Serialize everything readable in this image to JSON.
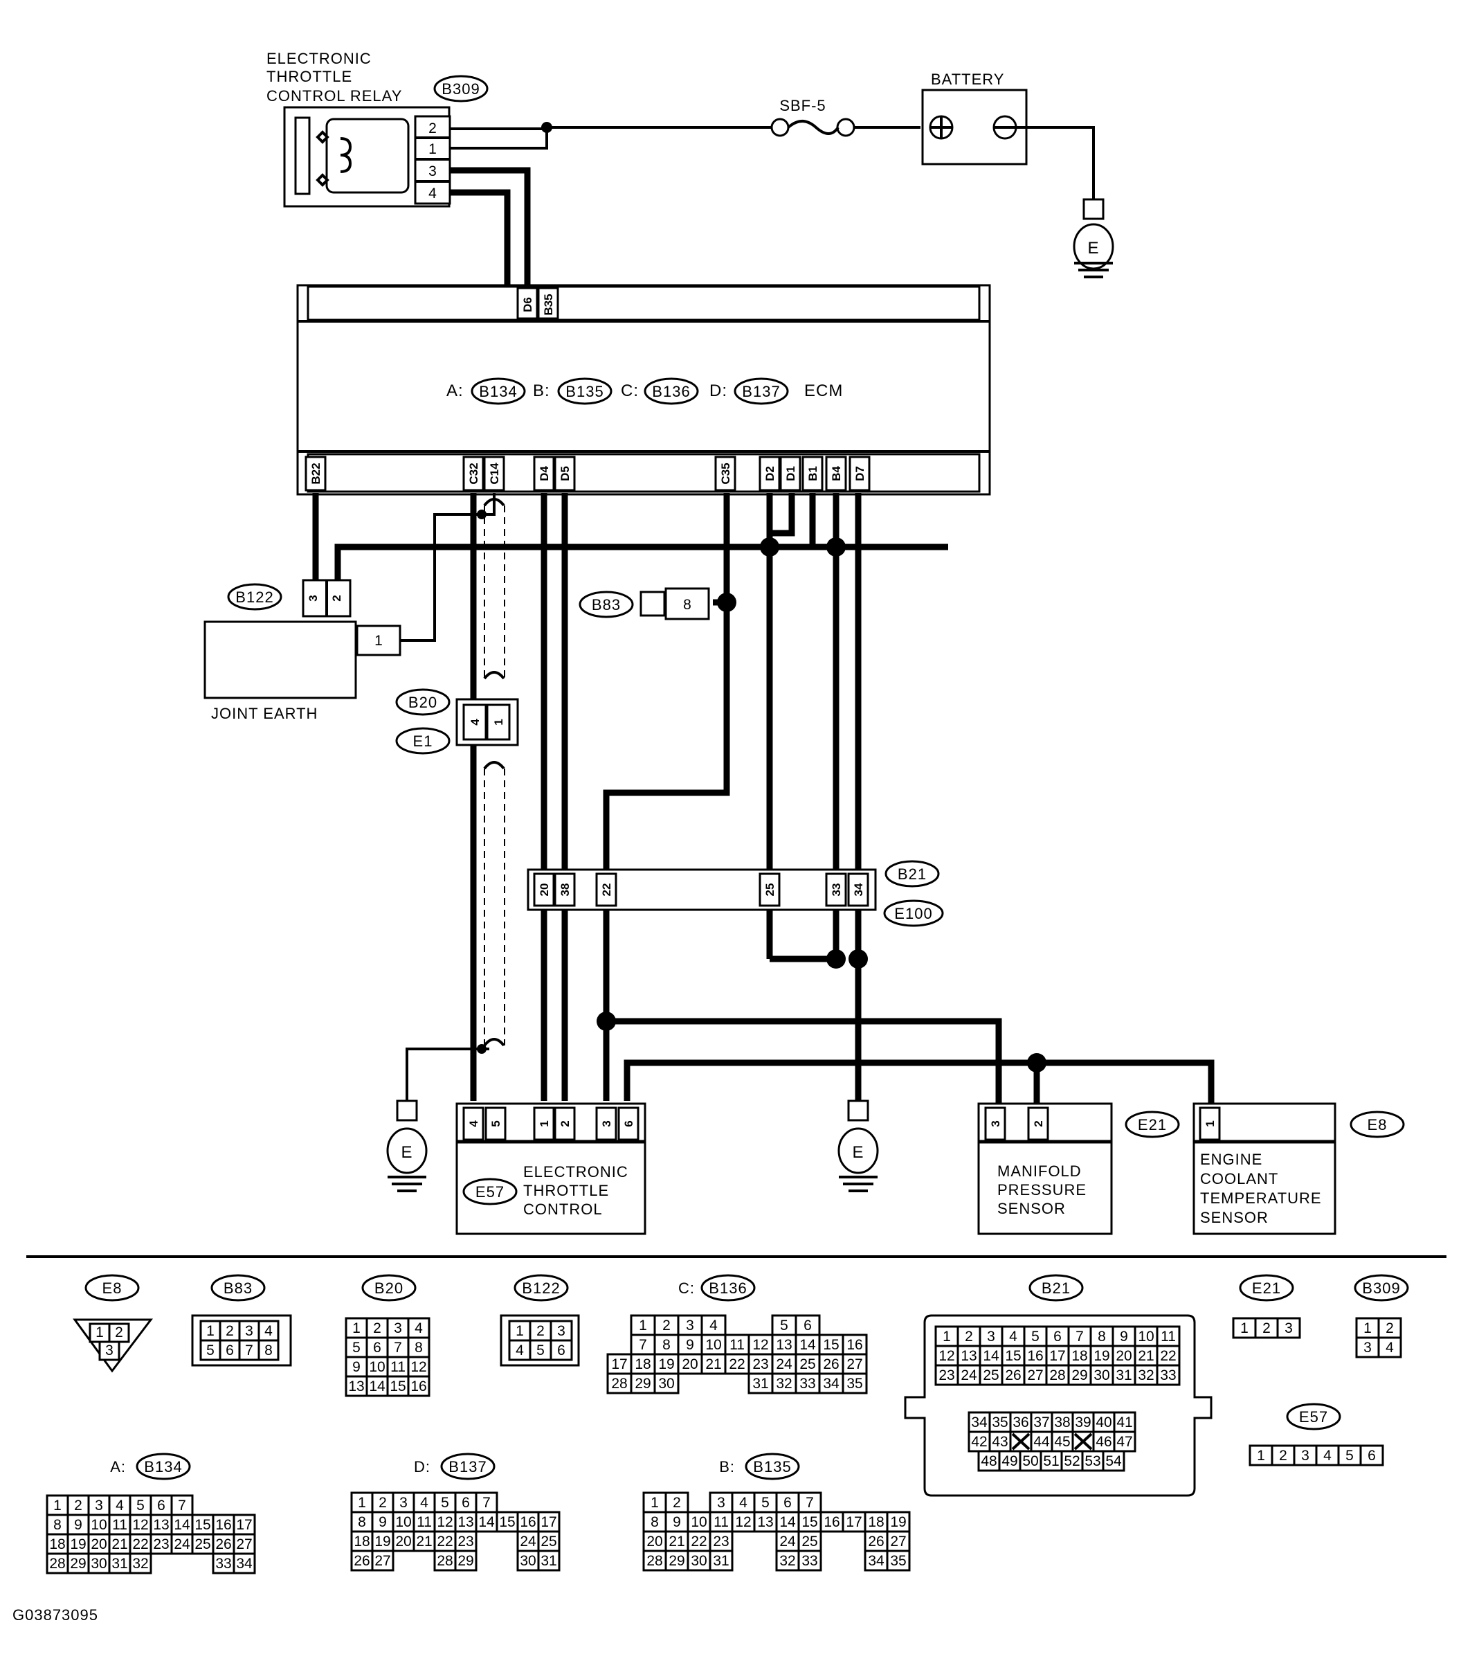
{
  "components": {
    "relay": {
      "title": [
        "ELECTRONIC",
        "THROTTLE",
        "CONTROL RELAY"
      ],
      "connector": "B309",
      "pins": [
        "2",
        "1",
        "3",
        "4"
      ]
    },
    "fuse": "SBF-5",
    "battery": "BATTERY",
    "ground_label": "E",
    "ecm": {
      "name": "ECM",
      "connectors": [
        {
          "prefix": "A:",
          "id": "B134"
        },
        {
          "prefix": "B:",
          "id": "B135"
        },
        {
          "prefix": "C:",
          "id": "B136"
        },
        {
          "prefix": "D:",
          "id": "B137"
        }
      ],
      "top_pins": [
        "D6",
        "B35"
      ],
      "bottom_pins": [
        "B22",
        "C32",
        "C14",
        "D4",
        "D5",
        "C35",
        "D2",
        "D1",
        "B1",
        "B4",
        "D7"
      ]
    },
    "joint_earth": {
      "label": "JOINT EARTH",
      "connector": "B122",
      "pins": [
        "3",
        "2",
        "1"
      ]
    },
    "b83": {
      "connector": "B83",
      "pin": "8"
    },
    "b20_e1": {
      "connectors": [
        "B20",
        "E1"
      ],
      "pins": [
        "4",
        "1"
      ]
    },
    "b21_e100": {
      "connectors": [
        "B21",
        "E100"
      ],
      "pins": [
        "20",
        "38",
        "22",
        "25",
        "33",
        "34"
      ]
    },
    "etc": {
      "connector": "E57",
      "label": [
        "ELECTRONIC",
        "THROTTLE",
        "CONTROL"
      ],
      "pins": [
        "4",
        "5",
        "1",
        "2",
        "3",
        "6"
      ]
    },
    "map_sensor": {
      "connector": "E21",
      "label": [
        "MANIFOLD",
        "PRESSURE",
        "SENSOR"
      ],
      "pins": [
        "3",
        "2"
      ]
    },
    "ect_sensor": {
      "connector": "E8",
      "label": [
        "ENGINE",
        "COOLANT",
        "TEMPERATURE",
        "SENSOR"
      ],
      "pins": [
        "1"
      ]
    }
  },
  "connector_views": {
    "e8": {
      "label": "E8",
      "rows": [
        [
          "1",
          "2"
        ],
        [
          "3"
        ]
      ]
    },
    "b83": {
      "label": "B83",
      "rows": [
        [
          "1",
          "2",
          "3",
          "4"
        ],
        [
          "5",
          "6",
          "7",
          "8"
        ]
      ]
    },
    "b20": {
      "label": "B20",
      "rows": [
        [
          "1",
          "2",
          "3",
          "4"
        ],
        [
          "5",
          "6",
          "7",
          "8"
        ],
        [
          "9",
          "10",
          "11",
          "12"
        ],
        [
          "13",
          "14",
          "15",
          "16"
        ]
      ]
    },
    "b122": {
      "label": "B122",
      "rows": [
        [
          "1",
          "2",
          "3"
        ],
        [
          "4",
          "5",
          "6"
        ]
      ]
    },
    "c_b136": {
      "prefix": "C:",
      "label": "B136",
      "rows": [
        [
          "",
          "1",
          "2",
          "3",
          "4",
          "",
          "",
          "5",
          "6"
        ],
        [
          "",
          "7",
          "8",
          "9",
          "10",
          "11",
          "12",
          "13",
          "14",
          "15",
          "16"
        ],
        [
          "17",
          "18",
          "19",
          "20",
          "21",
          "22",
          "23",
          "24",
          "25",
          "26",
          "27"
        ],
        [
          "28",
          "29",
          "30",
          "",
          "",
          "",
          "31",
          "32",
          "33",
          "34",
          "35"
        ]
      ]
    },
    "b21": {
      "label": "B21",
      "rows": [
        [
          "1",
          "2",
          "3",
          "4",
          "5",
          "6",
          "7",
          "8",
          "9",
          "10",
          "11"
        ],
        [
          "12",
          "13",
          "14",
          "15",
          "16",
          "17",
          "18",
          "19",
          "20",
          "21",
          "22"
        ],
        [
          "23",
          "24",
          "25",
          "26",
          "27",
          "28",
          "29",
          "30",
          "31",
          "32",
          "33"
        ],
        [
          "34",
          "35",
          "36",
          "37",
          "38",
          "39",
          "40",
          "41"
        ],
        [
          "42",
          "43",
          "X",
          "44",
          "45",
          "X",
          "46",
          "47"
        ],
        [
          "48",
          "49",
          "50",
          "51",
          "52",
          "53",
          "54"
        ]
      ]
    },
    "e21": {
      "label": "E21",
      "rows": [
        [
          "1",
          "2",
          "3"
        ]
      ]
    },
    "b309": {
      "label": "B309",
      "rows": [
        [
          "1",
          "2"
        ],
        [
          "3",
          "4"
        ]
      ]
    },
    "e57": {
      "label": "E57",
      "rows": [
        [
          "1",
          "2",
          "3",
          "4",
          "5",
          "6"
        ]
      ]
    },
    "a_b134": {
      "prefix": "A:",
      "label": "B134",
      "rows": [
        [
          "1",
          "2",
          "3",
          "4",
          "5",
          "6",
          "7"
        ],
        [
          "8",
          "9",
          "10",
          "11",
          "12",
          "13",
          "14",
          "15",
          "16",
          "17"
        ],
        [
          "18",
          "19",
          "20",
          "21",
          "22",
          "23",
          "24",
          "25",
          "26",
          "27"
        ],
        [
          "28",
          "29",
          "30",
          "31",
          "32",
          "",
          "",
          "",
          "33",
          "34"
        ]
      ]
    },
    "d_b137": {
      "prefix": "D:",
      "label": "B137",
      "rows": [
        [
          "1",
          "2",
          "3",
          "4",
          "5",
          "6",
          "7"
        ],
        [
          "8",
          "9",
          "10",
          "11",
          "12",
          "13",
          "14",
          "15",
          "16",
          "17"
        ],
        [
          "18",
          "19",
          "20",
          "21",
          "22",
          "23",
          "",
          "",
          "24",
          "25"
        ],
        [
          "26",
          "27",
          "",
          "",
          "28",
          "29",
          "",
          "",
          "30",
          "31"
        ]
      ]
    },
    "b_b135": {
      "prefix": "B:",
      "label": "B135",
      "rows": [
        [
          "1",
          "2",
          "",
          "3",
          "4",
          "5",
          "6",
          "7"
        ],
        [
          "8",
          "9",
          "10",
          "11",
          "12",
          "13",
          "14",
          "15",
          "16",
          "17",
          "18",
          "19"
        ],
        [
          "20",
          "21",
          "22",
          "23",
          "",
          "",
          "24",
          "25",
          "",
          "",
          "26",
          "27"
        ],
        [
          "28",
          "29",
          "30",
          "31",
          "",
          "",
          "32",
          "33",
          "",
          "",
          "34",
          "35"
        ]
      ]
    }
  },
  "figure_code": "G03873095"
}
